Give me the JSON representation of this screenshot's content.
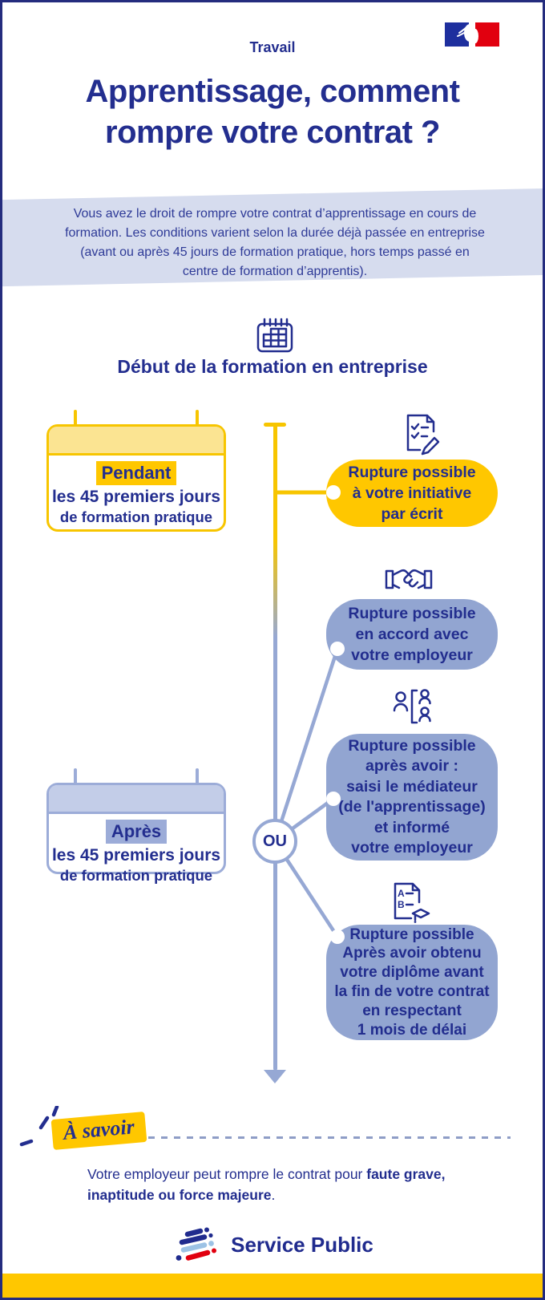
{
  "header": {
    "category": "Travail",
    "title_line1": "Apprentissage, comment",
    "title_line2": "rompre votre contrat ?"
  },
  "intro": {
    "text": "Vous avez le droit de rompre votre contrat d’apprentissage en cours de formation. Les conditions varient selon la durée déjà passée en entreprise (avant ou après 45 jours de formation pratique, hors temps passé en centre de formation d’apprentis)."
  },
  "timeline": {
    "section_title": "Début de la formation en entreprise",
    "or_label": "OU"
  },
  "card_pendant": {
    "highlight": "Pendant",
    "line2": "les 45 premiers jours",
    "line3": "de formation pratique"
  },
  "card_apres": {
    "highlight": "Après",
    "line2": "les 45 premiers jours",
    "line3": "de formation pratique"
  },
  "bubbles": [
    {
      "icon": "checklist-pen-icon",
      "lines": [
        "Rupture possible",
        "à votre initiative",
        "par écrit"
      ]
    },
    {
      "icon": "handshake-icon",
      "lines": [
        "Rupture possible",
        "en accord avec",
        "votre employeur"
      ]
    },
    {
      "icon": "mediator-icon",
      "lines": [
        "Rupture possible",
        "après avoir :",
        "saisi le médiateur",
        "(de l'apprentissage)",
        "et informé",
        "votre employeur"
      ]
    },
    {
      "icon": "diploma-icon",
      "lines": [
        "Rupture possible",
        "Après avoir obtenu",
        "votre diplôme avant",
        "la fin de votre contrat",
        "en respectant",
        "1 mois de délai"
      ]
    }
  ],
  "note": {
    "badge": "À savoir",
    "line1_normal": "Votre employeur peut rompre le contrat pour ",
    "line1_bold": "faute grave,",
    "line2_bold": "inaptitude ou force majeure",
    "line2_end": "."
  },
  "footer": {
    "brand": "Service Public"
  },
  "icons": {
    "header_icon": "calendar-icon",
    "flag": "france-flag-logo",
    "footer_icon": "service-public-icon",
    "sparkle": "sparkle-icon",
    "arrow": "timeline-arrow-icon"
  },
  "colors": {
    "navy": "#232e8f",
    "yellow": "#ffc700",
    "yellow_border": "#f7c500",
    "yellow_light": "#fbe492",
    "periwinkle": "#92a5d1",
    "periwinkle_light": "#c3cde8",
    "periwinkle_border": "#9cacd8",
    "intro_band": "#d6dcee",
    "connector": "#96a8d4",
    "red": "#e1000f",
    "light_blue": "#9cc2e5"
  }
}
